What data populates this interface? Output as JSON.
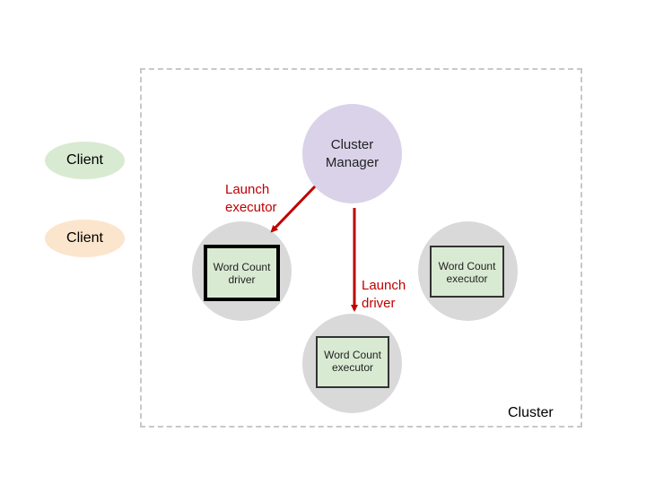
{
  "clients": [
    {
      "label": "Client"
    },
    {
      "label": "Client"
    }
  ],
  "cluster_manager": {
    "label_line1": "Cluster",
    "label_line2": "Manager"
  },
  "launch_executor": {
    "line1": "Launch",
    "line2": "executor"
  },
  "launch_driver": {
    "line1": "Launch",
    "line2": "driver"
  },
  "nodes": {
    "driver": {
      "line1": "Word Count",
      "line2": "driver"
    },
    "executor_right": {
      "line1": "Word Count",
      "line2": "executor"
    },
    "executor_bottom": {
      "line1": "Word Count",
      "line2": "executor"
    }
  },
  "cluster": {
    "label": "Cluster"
  },
  "colors": {
    "client_1": "#d9ead3",
    "client_2": "#fce5cd",
    "manager": "#d9d2e9",
    "node": "#d9d9d9",
    "box": "#d9ead3",
    "arrow": "#c00000"
  }
}
